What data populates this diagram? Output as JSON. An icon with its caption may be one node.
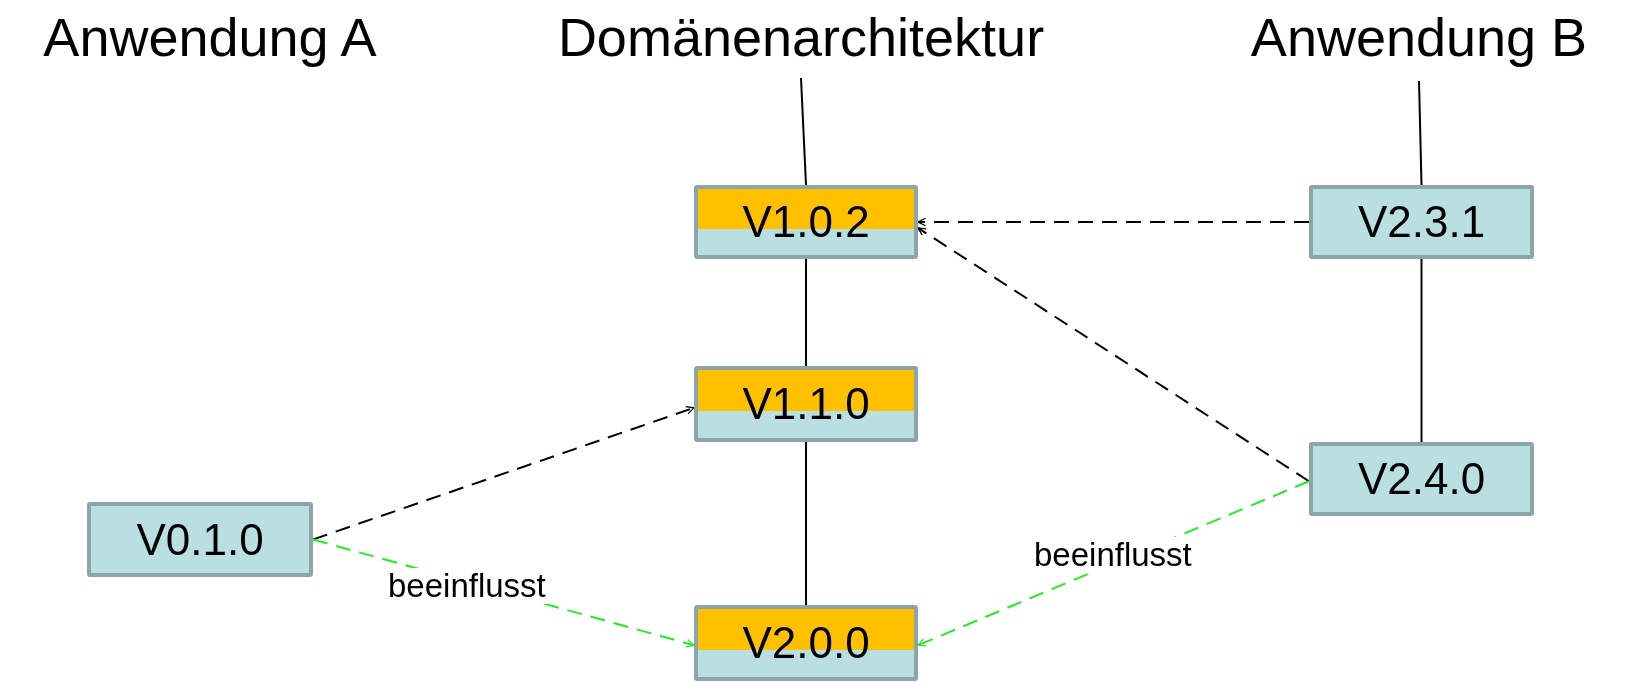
{
  "diagram": {
    "nodes": [
      {
        "text": [
          "Anwendung A"
        ]
      },
      {
        "text": [
          "Domänenarchitektur"
        ]
      },
      {
        "text": [
          "Anwendung B"
        ]
      },
      {
        "text": [
          "V1.0.2"
        ]
      },
      {
        "text": [
          "V2.3.1"
        ]
      },
      {
        "text": [
          "V1.1.0"
        ]
      },
      {
        "text": [
          "V2.4.0"
        ]
      },
      {
        "text": [
          "V0.1.0"
        ]
      },
      {
        "text": [
          "V2.0.0"
        ]
      }
    ],
    "edges": [
      {
        "from": 1,
        "to": 3,
        "arrow": "none"
      },
      {
        "from": 3,
        "to": 5,
        "arrow": "none"
      },
      {
        "from": 5,
        "to": 8,
        "arrow": "none"
      },
      {
        "from": 2,
        "to": 4,
        "arrow": "none"
      },
      {
        "from": 4,
        "to": 6,
        "arrow": "none"
      },
      {
        "from": 4,
        "to": 3,
        "arrow": "to",
        "style": "dashed"
      },
      {
        "from": 6,
        "to": 3,
        "arrow": "to",
        "style": "dashed"
      },
      {
        "from": 7,
        "to": 5,
        "arrow": "to",
        "style": "dashed"
      },
      {
        "from": 7,
        "to": 8,
        "arrow": "to",
        "style": "dashed",
        "color": "#22ee22",
        "label": "beeinflusst"
      },
      {
        "from": 6,
        "to": 8,
        "arrow": "to",
        "style": "dashed",
        "color": "#22ee22",
        "label": "beeinflusst"
      }
    ]
  }
}
